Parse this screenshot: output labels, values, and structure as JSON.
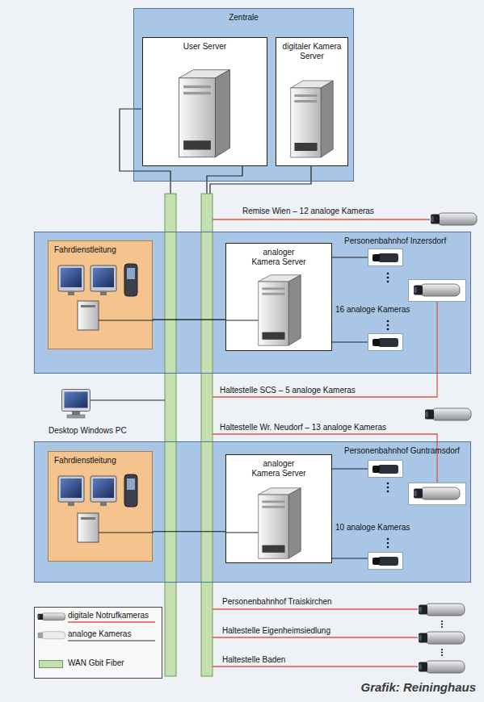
{
  "diagram": {
    "caption": "Grafik: Reininghaus",
    "nodes": [
      {
        "text": [
          "Zentrale"
        ]
      },
      {
        "text": [
          "User Server"
        ],
        "in": 0
      },
      {
        "text": [
          "digitaler Kamera Server"
        ],
        "in": 0
      },
      {
        "text": [
          "Personenbahnhof Inzersdorf"
        ]
      },
      {
        "text": [
          "Fahrdienstleitung"
        ],
        "in": 3
      },
      {
        "text": [
          "analoger Kamera Server"
        ],
        "in": 3
      },
      {
        "text": [
          "Personenbahnhof Guntramsdorf"
        ]
      },
      {
        "text": [
          "Fahrdienstleitung"
        ],
        "in": 6
      },
      {
        "text": [
          "analoger Kamera Server"
        ],
        "in": 6
      }
    ],
    "edges": [
      {
        "from": 4,
        "to": 5,
        "arrow": "none"
      },
      {
        "from": 7,
        "to": 8,
        "arrow": "none"
      }
    ],
    "labels": [
      "Remise Wien – 12 analoge Kameras",
      "16 analoge Kameras",
      "Haltestelle SCS – 5 analoge Kameras",
      "Desktop Windows PC",
      "Haltestelle Wr. Neudorf – 13 analoge Kameras",
      "10 analoge Kameras",
      "Personenbahnhof Traiskirchen",
      "Haltestelle Eigenheimsiedlung",
      "Haltestelle Baden"
    ],
    "legend": [
      {
        "text": "digitale Notrufkameras"
      },
      {
        "text": "analoge Kameras"
      },
      {
        "text": "WAN Gbit Fiber",
        "color": "#c5e0b0"
      }
    ]
  }
}
